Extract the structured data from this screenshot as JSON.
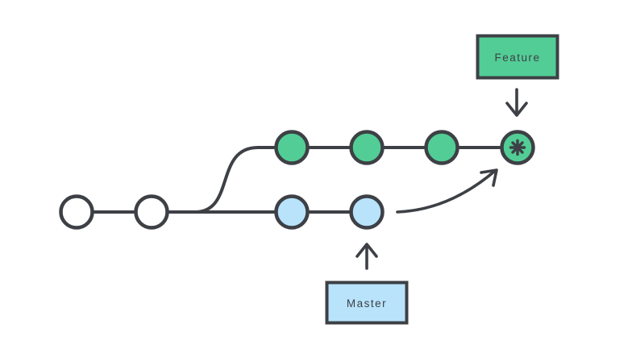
{
  "diagram": {
    "type": "git-branch-diagram",
    "labels": {
      "feature": "Feature",
      "master": "Master"
    },
    "colors": {
      "green": "#52CD96",
      "blue": "#B8E3FB",
      "outline": "#3D4045",
      "node_white": "#FFFFFF",
      "background": "#FFFFFF"
    },
    "icons": {
      "merge_commit": "asterisk-icon"
    },
    "branches": {
      "master": {
        "label": "Master",
        "nodes": [
          "white",
          "white",
          "blue",
          "blue"
        ]
      },
      "feature": {
        "label": "Feature",
        "nodes": [
          "green",
          "green",
          "green",
          "green-with-asterisk"
        ]
      }
    }
  }
}
